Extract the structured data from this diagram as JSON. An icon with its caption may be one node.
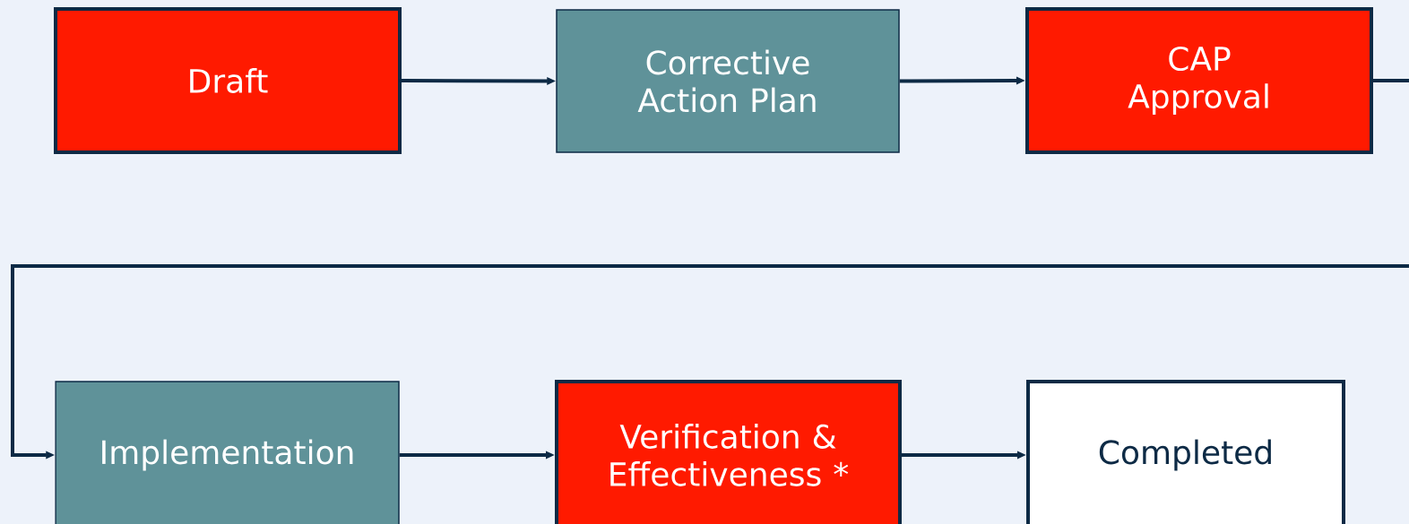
{
  "diagram": {
    "nodes": [
      {
        "text": [
          "Draft"
        ]
      },
      {
        "text": [
          "Corrective Action Plan"
        ]
      },
      {
        "text": [
          "CAP Approval"
        ]
      },
      {
        "text": [
          "Implementation"
        ]
      },
      {
        "text": [
          "Verification & Effectiveness *"
        ]
      },
      {
        "text": [
          "Completed"
        ]
      }
    ],
    "edges": [
      {
        "from": 0,
        "to": 1,
        "arrow": "to"
      },
      {
        "from": 1,
        "to": 2,
        "arrow": "to"
      },
      {
        "from": 2,
        "to": 3,
        "arrow": "to"
      },
      {
        "from": 3,
        "to": 4,
        "arrow": "to"
      },
      {
        "from": 4,
        "to": 5,
        "arrow": "to"
      }
    ]
  }
}
